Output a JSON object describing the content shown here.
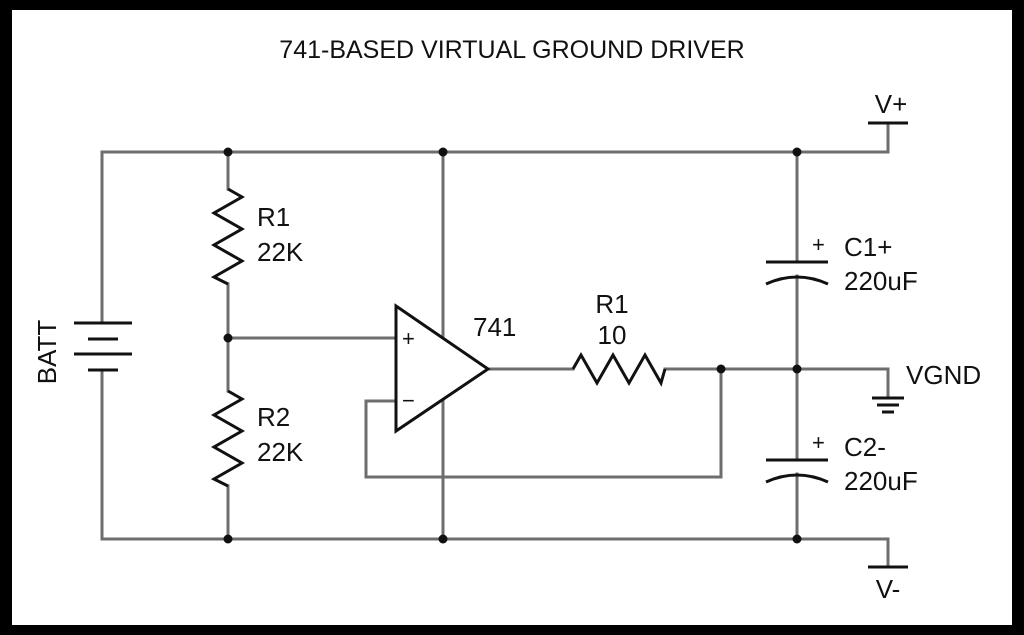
{
  "title": "741-BASED VIRTUAL GROUND DRIVER",
  "rails": {
    "positive": "V+",
    "negative": "V-",
    "virtual_ground": "VGND"
  },
  "battery": {
    "label": "BATT"
  },
  "opamp": {
    "label": "741",
    "plus": "+",
    "minus": "−"
  },
  "r1_divider": {
    "name": "R1",
    "value": "22K"
  },
  "r2_divider": {
    "name": "R2",
    "value": "22K"
  },
  "r_output": {
    "name": "R1",
    "value": "10"
  },
  "c1": {
    "name": "C1+",
    "value": "220uF",
    "polarity": "+"
  },
  "c2": {
    "name": "C2-",
    "value": "220uF",
    "polarity": "+"
  },
  "colors": {
    "wire": "#6e6e6e",
    "component": "#111111",
    "frame": "#000000"
  }
}
